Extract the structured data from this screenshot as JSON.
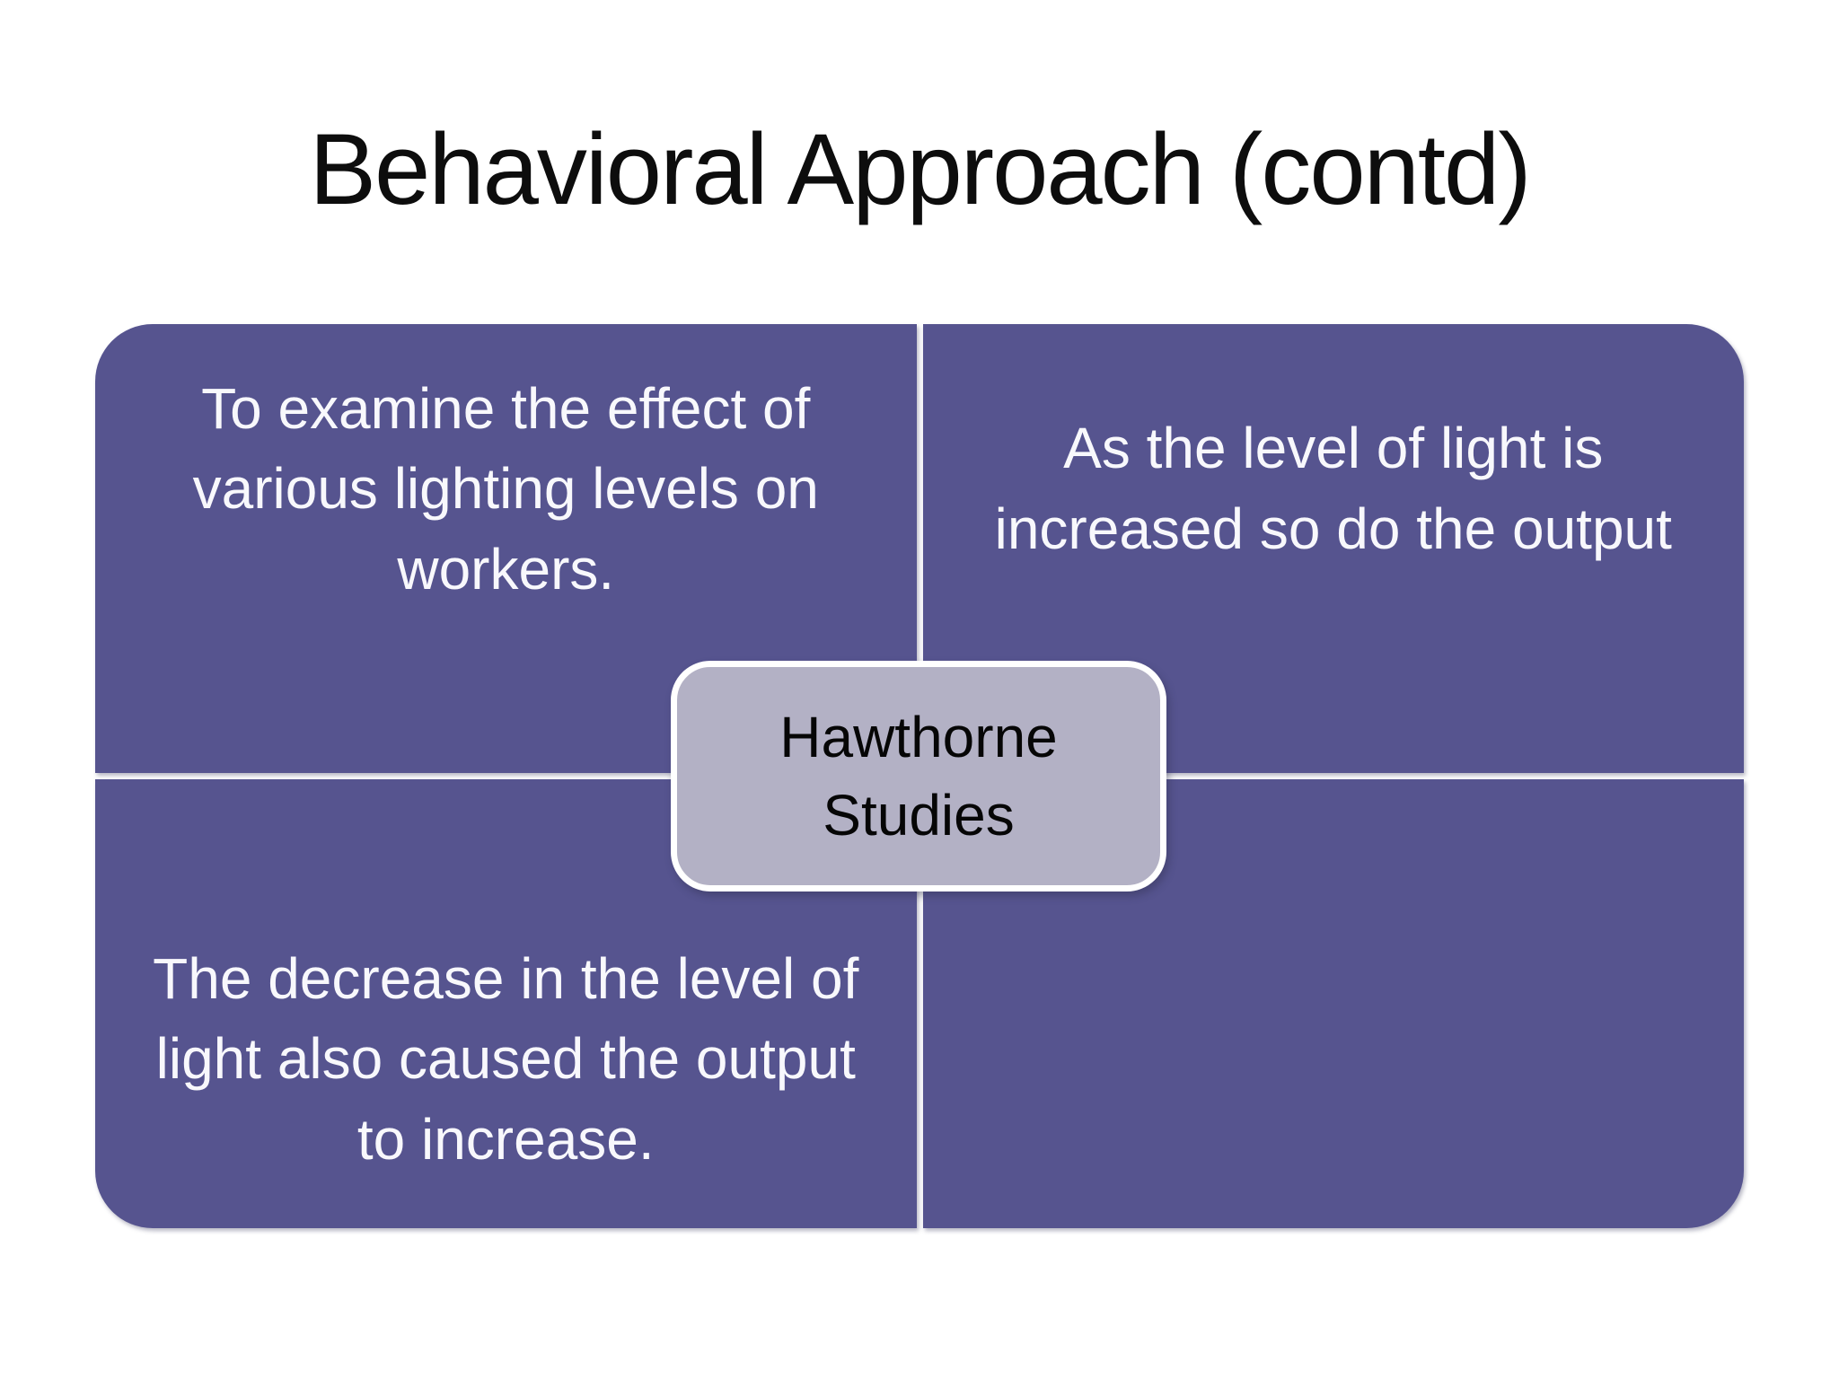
{
  "slide": {
    "title": "Behavioral Approach (contd)",
    "background_color": "#ffffff",
    "title_color": "#0d0d0d"
  },
  "diagram": {
    "center_label": "Hawthorne Studies",
    "quadrants": [
      {
        "position": "top-left",
        "text": "To examine the effect of various lighting levels on workers."
      },
      {
        "position": "top-right",
        "text": "As the level of light is increased so do the output"
      },
      {
        "position": "bottom-left",
        "text": "The decrease in the level of light also caused the output to increase."
      },
      {
        "position": "bottom-right",
        "text": ""
      }
    ],
    "colors": {
      "quadrant_fill": "#56548f",
      "quadrant_text": "#f8f8fc",
      "center_fill": "#b3b1c5",
      "center_border": "#ffffff",
      "center_text": "#060606",
      "divider": "#ffffff"
    }
  }
}
